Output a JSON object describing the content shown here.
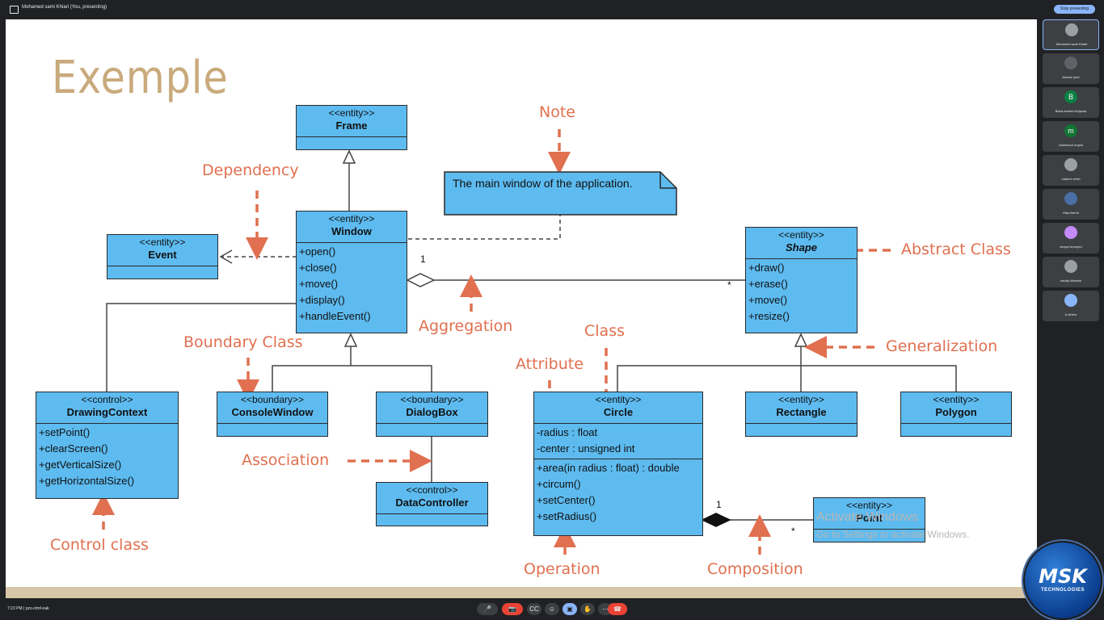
{
  "meeting": {
    "presenter_title": "Mohamed sami Khiari (You, presenting)",
    "stop_presenting": "Stop presenting",
    "time_code": "7:23 PM  |  pzo-ctmf-oak"
  },
  "slide": {
    "title": "Exemple",
    "classes": {
      "frame": {
        "stereotype": "<<entity>>",
        "name": "Frame"
      },
      "window": {
        "stereotype": "<<entity>>",
        "name": "Window",
        "ops": [
          "+open()",
          "+close()",
          "+move()",
          "+display()",
          "+handleEvent()"
        ]
      },
      "event": {
        "stereotype": "<<entity>>",
        "name": "Event"
      },
      "shape": {
        "stereotype": "<<entity>>",
        "name": "Shape",
        "ops": [
          "+draw()",
          "+erase()",
          "+move()",
          "+resize()"
        ]
      },
      "drawing_context": {
        "stereotype": "<<control>>",
        "name": "DrawingContext",
        "ops": [
          "+setPoint()",
          "+clearScreen()",
          "+getVerticalSize()",
          "+getHorizontalSize()"
        ]
      },
      "console_window": {
        "stereotype": "<<boundary>>",
        "name": "ConsoleWindow"
      },
      "dialog_box": {
        "stereotype": "<<boundary>>",
        "name": "DialogBox"
      },
      "data_controller": {
        "stereotype": "<<control>>",
        "name": "DataController"
      },
      "circle": {
        "stereotype": "<<entity>>",
        "name": "Circle",
        "attrs": [
          "-radius : float",
          "-center : unsigned int"
        ],
        "ops": [
          "+area(in radius : float) : double",
          "+circum()",
          "+setCenter()",
          "+setRadius()"
        ]
      },
      "rectangle": {
        "stereotype": "<<entity>>",
        "name": "Rectangle"
      },
      "polygon": {
        "stereotype": "<<entity>>",
        "name": "Polygon"
      },
      "point": {
        "stereotype": "<<entity>>",
        "name": "Point"
      }
    },
    "note_text": "The main window of the application.",
    "labels": {
      "note": "Note",
      "dependency": "Dependency",
      "abstract_class": "Abstract Class",
      "aggregation": "Aggregation",
      "class": "Class",
      "boundary_class": "Boundary Class",
      "attribute": "Attribute",
      "generalization": "Generalization",
      "association": "Association",
      "control_class": "Control class",
      "operation": "Operation",
      "composition": "Composition"
    },
    "multiplicities": {
      "agg_one": "1",
      "agg_many": "*",
      "comp_one": "1",
      "comp_many": "*"
    },
    "watermark": {
      "line1": "Activate Windows",
      "line2": "Go to Settings to activate Windows."
    }
  },
  "participants": [
    {
      "name": "Mohamed sami Khiari",
      "initial": "",
      "color": "#9aa0a6"
    },
    {
      "name": "Mohab Iyed",
      "initial": "",
      "color": "#5f6368"
    },
    {
      "name": "Baha eddine khdjouia",
      "initial": "B",
      "color": "#0b8043"
    },
    {
      "name": "mahmoud ouyed",
      "initial": "m",
      "color": "#137333"
    },
    {
      "name": "mariem mhiri",
      "initial": "",
      "color": "#9aa0a6"
    },
    {
      "name": "Hiba Berrhi",
      "initial": "",
      "color": "#4a6fa5"
    },
    {
      "name": "anoya benoyed",
      "initial": "",
      "color": "#c58af9"
    },
    {
      "name": "badiaj Wassim",
      "initial": "",
      "color": "#9aa0a6"
    },
    {
      "name": "6 others",
      "initial": "",
      "color": "#8ab4f8"
    }
  ],
  "controls": {
    "more": "⋮",
    "mic": "🎤",
    "cam": "📷",
    "cc": "CC",
    "emoji": "☺",
    "present": "▣",
    "hand": "✋",
    "dots": "⋯",
    "end": "☎"
  },
  "logo": {
    "main": "MSK",
    "sub": "TECHNOLOGIES"
  },
  "colors": {
    "uml_fill": "#5dbbf0",
    "label": "#e07050",
    "title": "#c9aa7c"
  }
}
